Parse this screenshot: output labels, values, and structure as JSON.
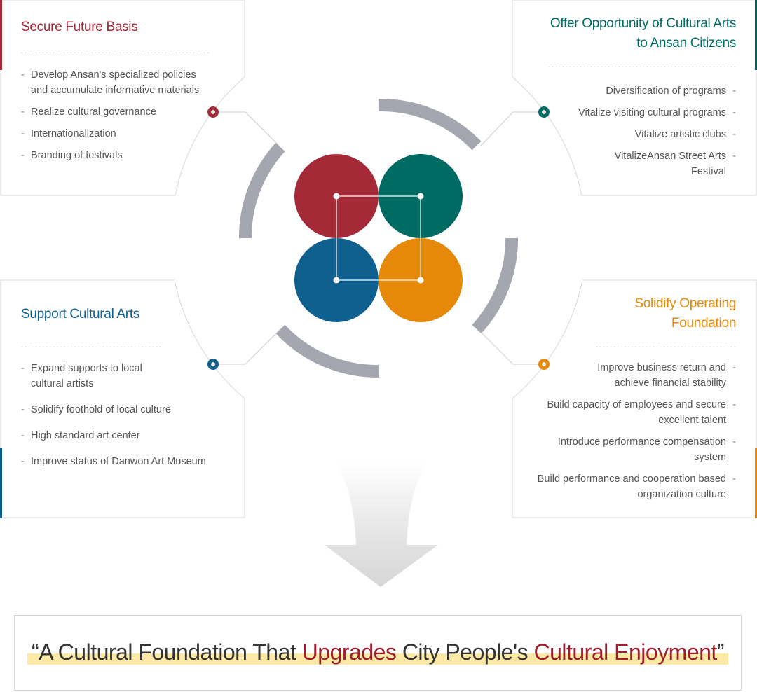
{
  "colors": {
    "red": "#a52a38",
    "green": "#006b63",
    "blue": "#10608f",
    "orange": "#e6890a",
    "arc_gray": "#a4a6b0",
    "highlight": "#fde9a6"
  },
  "panels": {
    "top_left": {
      "title": "Secure Future Basis",
      "items": [
        "Develop Ansan's specialized policies and accumulate informative materials",
        "Realize cultural governance",
        "Internationalization",
        "Branding of festivals"
      ]
    },
    "top_right": {
      "title_line1": "Offer Opportunity of Cultural Arts",
      "title_line2": "to Ansan Citizens",
      "items": [
        "Diversification of programs",
        "Vitalize visiting cultural programs",
        "Vitalize artistic clubs",
        "VitalizeAnsan Street Arts Festival"
      ]
    },
    "bottom_left": {
      "title": "Support Cultural Arts",
      "items": [
        "Expand supports to local cultural artists",
        "Solidify foothold of local culture",
        "High standard art center",
        "Improve status of Danwon Art Museum"
      ]
    },
    "bottom_right": {
      "title_line1": "Solidify Operating",
      "title_line2": "Foundation",
      "items": [
        "Improve business return and achieve financial stability",
        "Build capacity of employees and secure excellent talent",
        "Introduce performance compensation system",
        "Build performance and cooperation based organization culture"
      ]
    }
  },
  "motto": {
    "open_quote": "“",
    "part1": "A Cultural Foundation That ",
    "em1": "Upgrades",
    "part2": " City People's ",
    "em2": "Cultural Enjoyment",
    "close_quote": "”"
  }
}
